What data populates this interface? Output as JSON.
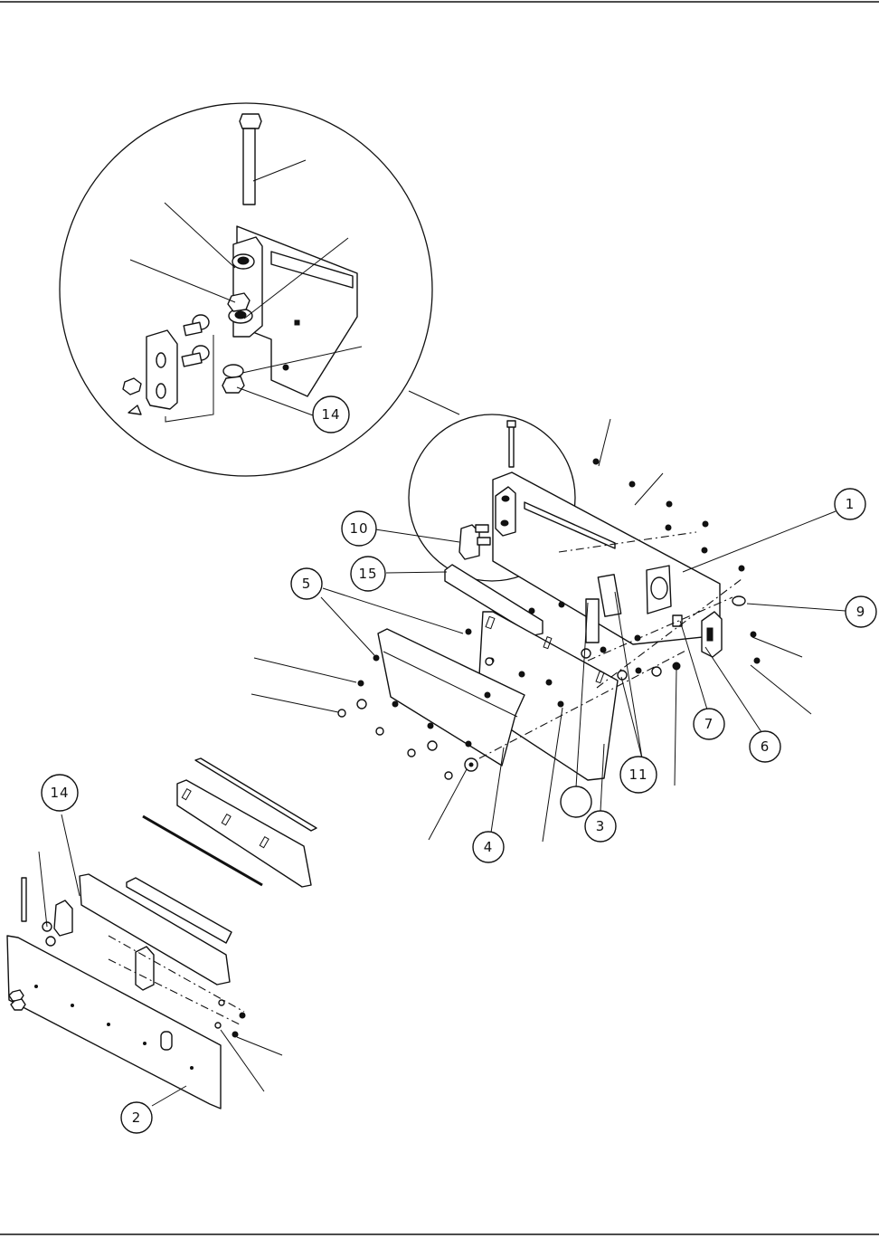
{
  "callouts": [
    {
      "id": "1",
      "label": "1"
    },
    {
      "id": "2",
      "label": "2"
    },
    {
      "id": "3",
      "label": "3"
    },
    {
      "id": "4",
      "label": "4"
    },
    {
      "id": "5",
      "label": "5"
    },
    {
      "id": "6",
      "label": "6"
    },
    {
      "id": "7",
      "label": "7"
    },
    {
      "id": "9",
      "label": "9"
    },
    {
      "id": "10",
      "label": "10"
    },
    {
      "id": "11",
      "label": "11"
    },
    {
      "id": "14a",
      "label": "14"
    },
    {
      "id": "14b",
      "label": "14"
    },
    {
      "id": "15",
      "label": "15"
    },
    {
      "id": "blank",
      "label": ""
    }
  ]
}
